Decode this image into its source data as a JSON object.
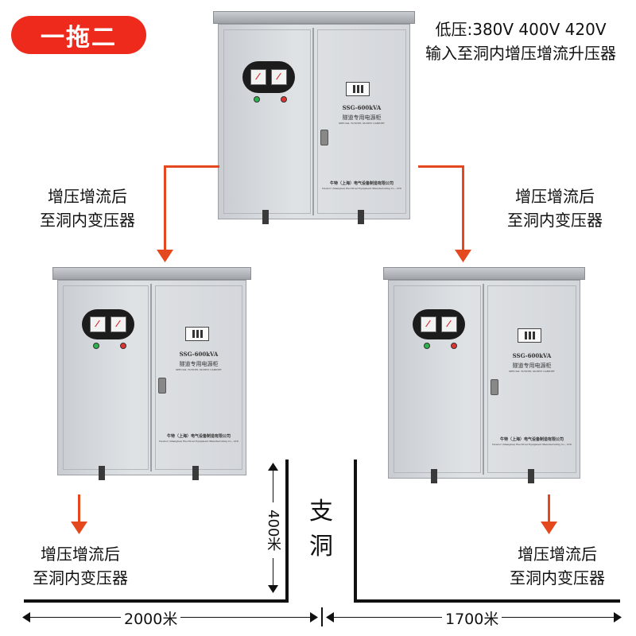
{
  "badge": {
    "text": "一拖二"
  },
  "top_note": {
    "line1": "低压:380V 400V 420V",
    "line2": "输入至洞内增压增流升压器"
  },
  "left_upper_note": {
    "line1": "增压增流后",
    "line2": "至洞内变压器"
  },
  "right_upper_note": {
    "line1": "增压增流后",
    "line2": "至洞内变压器"
  },
  "left_lower_note": {
    "line1": "增压增流后",
    "line2": "至洞内变压器"
  },
  "right_lower_note": {
    "line1": "增压增流后",
    "line2": "至洞内变压器"
  },
  "cabinet": {
    "model": "SSG-600kVA",
    "name": "隧道专用电源柜",
    "subname": "SPECIAL TUNNEL SUPPLY CABINET",
    "maker_cn": "牛特（上海）电气设备制造有限公司",
    "maker_en": "Newtor (Shanghai) Electrical Equipment Manufacturing Co., LTD"
  },
  "branch_tunnel": {
    "char1": "支",
    "char2": "洞"
  },
  "distance_vertical": "400米",
  "distance_left": "2000米",
  "distance_right": "1700米",
  "colors": {
    "badge": "#ee2a1d",
    "arrow": "#e4481f",
    "line": "#111111"
  }
}
